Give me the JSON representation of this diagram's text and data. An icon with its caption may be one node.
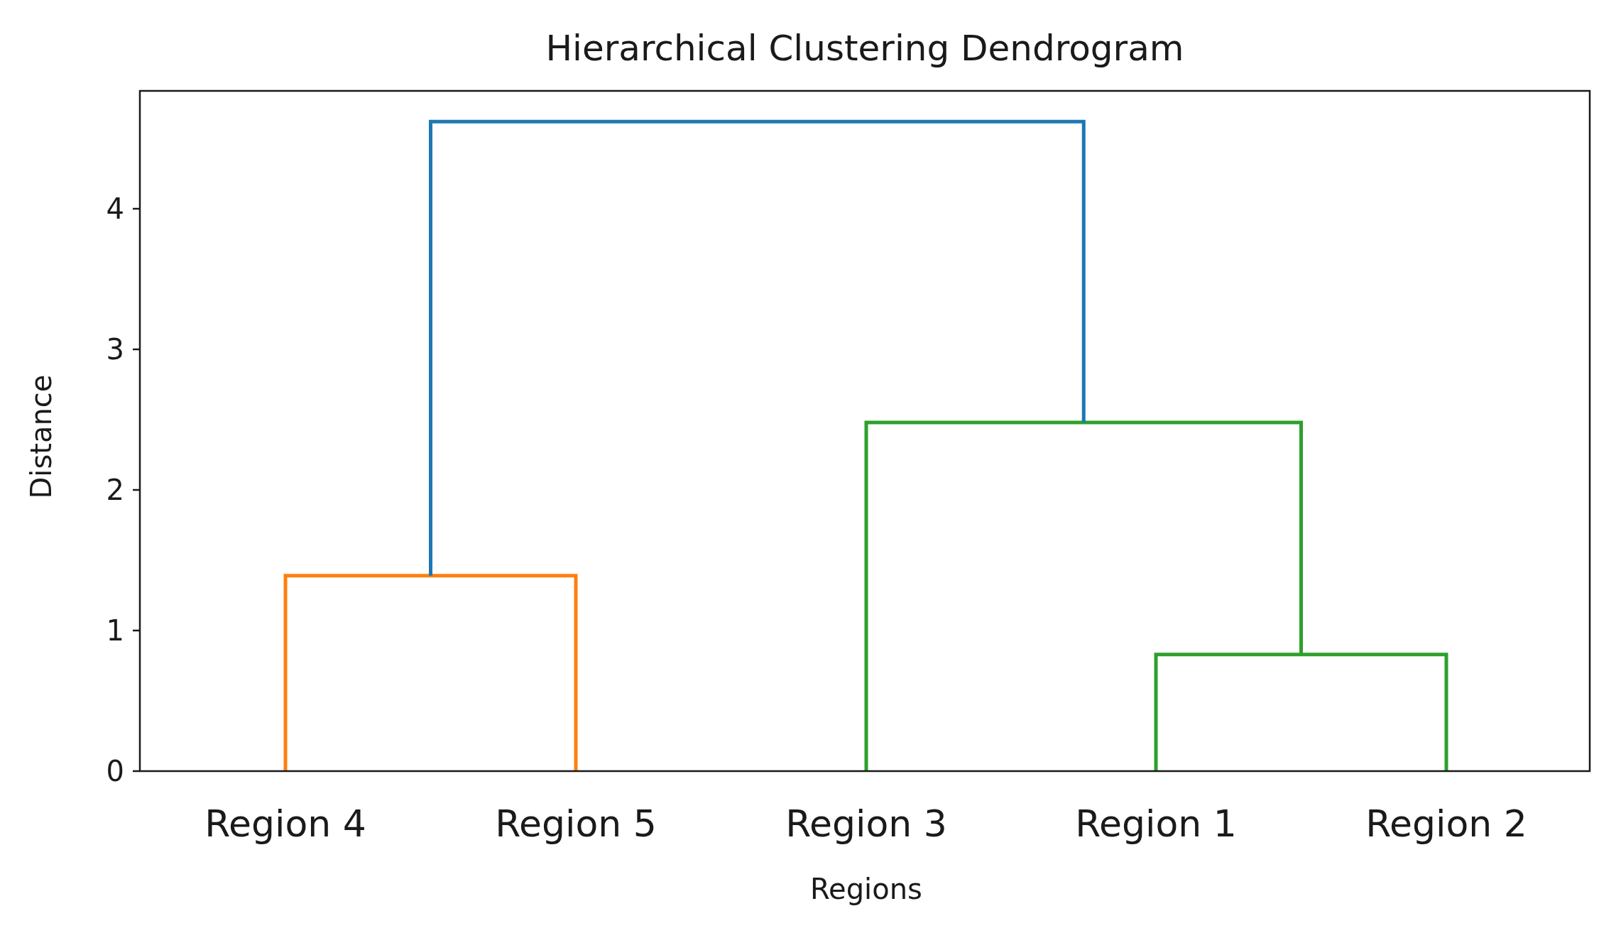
{
  "diagram": {
    "title": "Hierarchical Clustering Dendrogram",
    "labels": [
      "4",
      "3",
      "2",
      "1",
      "0",
      "Distance",
      "Region 4",
      "Region 5",
      "Region 3",
      "Region 1",
      "Region 2",
      "Regions"
    ]
  }
}
